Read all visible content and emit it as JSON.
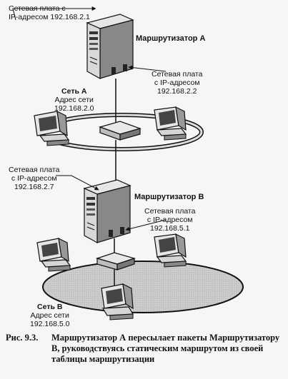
{
  "nic_top": {
    "line1": "Сетевая плата с",
    "line2": "IP-адресом 192.168.2.1"
  },
  "router_a": {
    "label": "Маршрутизатор А"
  },
  "nic_a2": {
    "line1": "Сетевая плата",
    "line2": "с IP-адресом",
    "line3": "192.168.2.2"
  },
  "network_a": {
    "name": "Сеть А",
    "addr_label": "Адрес сети",
    "addr": "192.168.2.0"
  },
  "nic_b_left": {
    "line1": "Сетевая плата",
    "line2": "с IP-адресом",
    "line3": "192.168.2.7"
  },
  "router_b": {
    "label": "Маршрутизатор В"
  },
  "nic_b_right": {
    "line1": "Сетевая плата",
    "line2": "с IP-адресом",
    "line3": "192.168.5.1"
  },
  "network_b": {
    "name": "Сеть В",
    "addr_label": "Адрес сети",
    "addr": "192.168.5.0"
  },
  "caption": {
    "number": "Рис. 9.3.",
    "text": "Маршрутизатор А пересылает пакеты Маршрутизатору В, руководствуясь статическим маршрутом из своей таблицы маршрутизации"
  }
}
